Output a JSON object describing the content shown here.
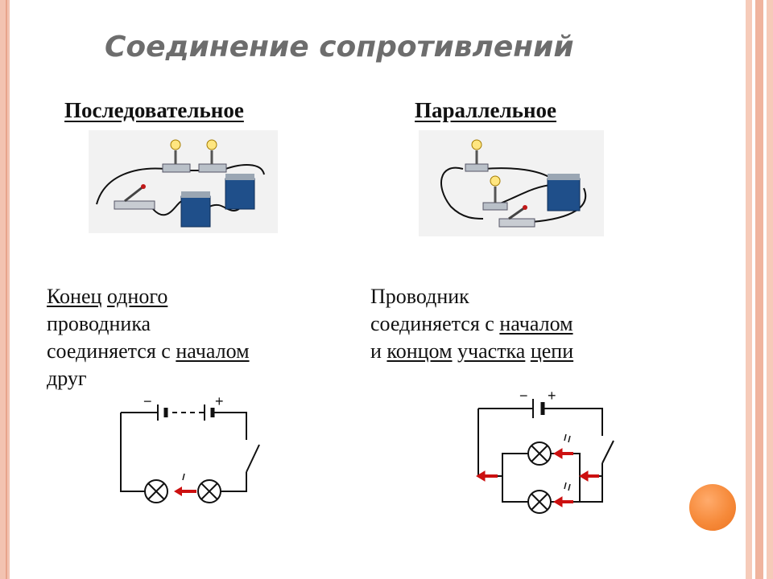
{
  "slide": {
    "title": "Соединение сопротивлений",
    "series": {
      "heading": "Последовательное",
      "desc_words": [
        "Конец",
        "одного",
        "проводника",
        "соединяется с",
        "началом",
        "друг"
      ]
    },
    "parallel": {
      "heading": "Параллельное",
      "desc_words": [
        "Проводник",
        "соединяется с",
        "началом",
        "и",
        "концом",
        "участка",
        "цепи"
      ]
    },
    "schematic_signs": {
      "minus": "−",
      "plus": "+"
    }
  },
  "colors": {
    "title": "#6d6d6d",
    "arrow": "#cc1010",
    "battery_block": "#1f4f8a",
    "border_accent": "#f0b49e",
    "orb": "#f68a3a"
  }
}
